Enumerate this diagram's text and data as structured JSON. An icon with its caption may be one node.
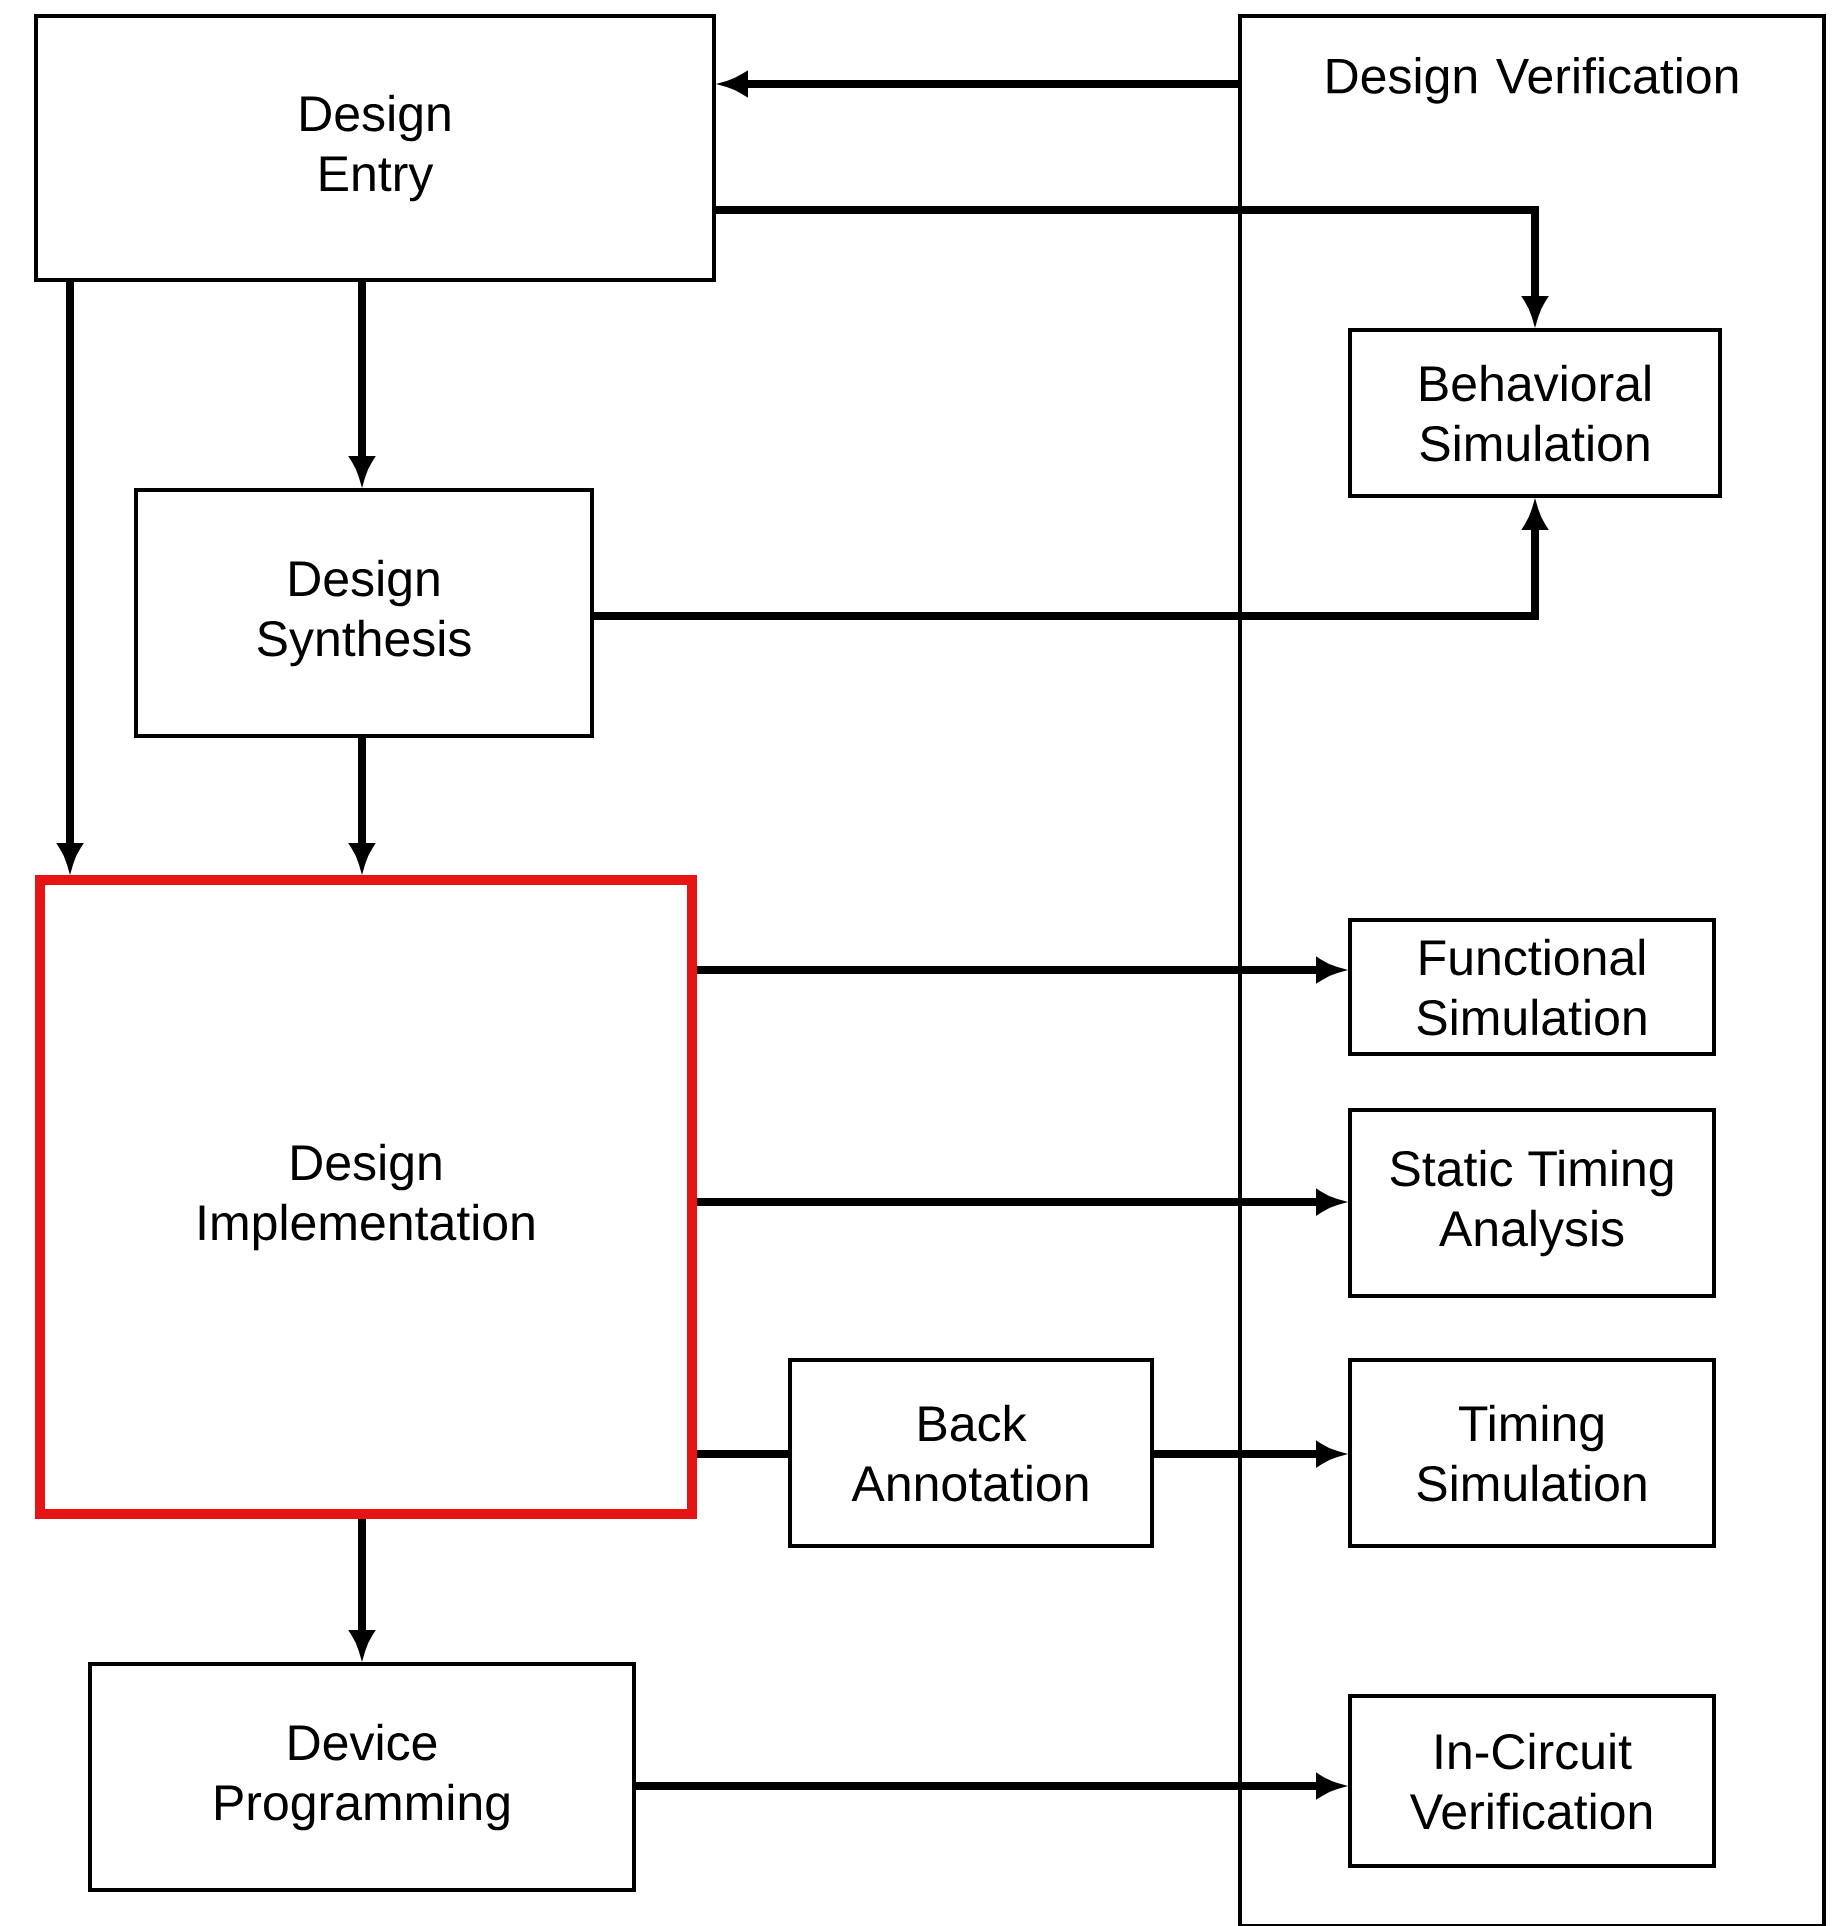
{
  "diagram": {
    "nodes": [
      {
        "text": [
          "Design Entry"
        ]
      },
      {
        "text": [
          "Design Verification"
        ]
      },
      {
        "text": [
          "Behavioral Simulation"
        ],
        "in": 1
      },
      {
        "text": [
          "Design Synthesis"
        ]
      },
      {
        "text": [
          "Design Implementation"
        ]
      },
      {
        "text": [
          "Functional Simulation"
        ],
        "in": 1
      },
      {
        "text": [
          "Static Timing Analysis"
        ],
        "in": 1
      },
      {
        "text": [
          "Back Annotation"
        ]
      },
      {
        "text": [
          "Timing Simulation"
        ],
        "in": 1
      },
      {
        "text": [
          "Device Programming"
        ]
      },
      {
        "text": [
          "In-Circuit Verification"
        ],
        "in": 1
      }
    ],
    "edges": [
      {
        "from": 1,
        "to": 0,
        "arrow": "to"
      },
      {
        "from": 0,
        "to": 2,
        "arrow": "to"
      },
      {
        "from": 0,
        "to": 3,
        "arrow": "to"
      },
      {
        "from": 0,
        "to": 4,
        "arrow": "to"
      },
      {
        "from": 3,
        "to": 2,
        "arrow": "to"
      },
      {
        "from": 3,
        "to": 4,
        "arrow": "to"
      },
      {
        "from": 4,
        "to": 5,
        "arrow": "to"
      },
      {
        "from": 4,
        "to": 6,
        "arrow": "to"
      },
      {
        "from": 4,
        "to": 7,
        "arrow": "none"
      },
      {
        "from": 7,
        "to": 8,
        "arrow": "to"
      },
      {
        "from": 4,
        "to": 9,
        "arrow": "to"
      },
      {
        "from": 9,
        "to": 10,
        "arrow": "to"
      }
    ]
  }
}
